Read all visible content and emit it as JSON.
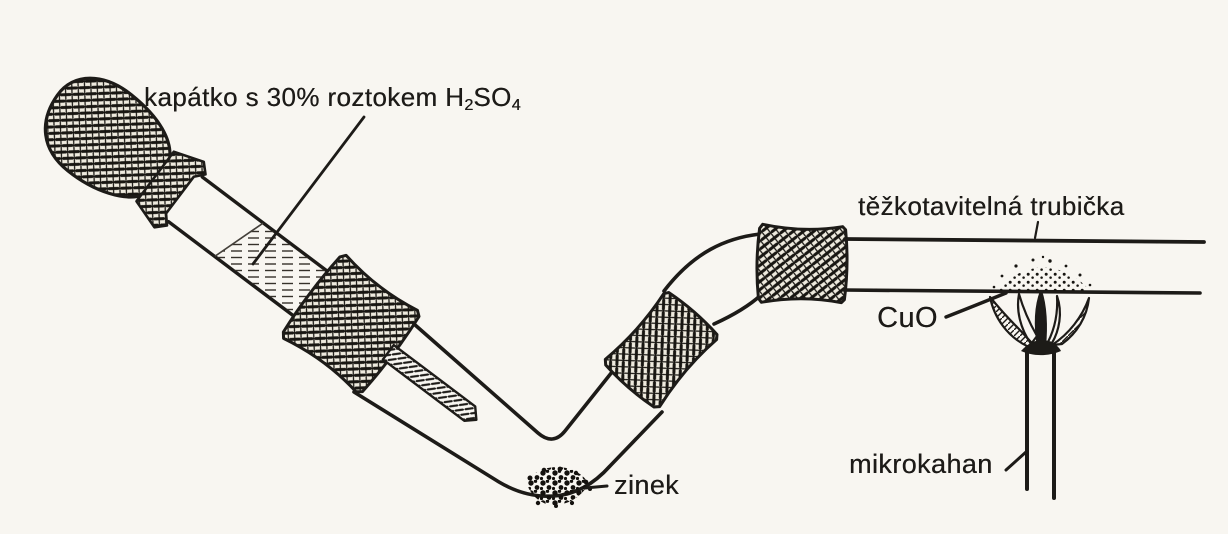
{
  "figure": {
    "paper_color": "#f8f6f1",
    "ink_color": "#1d1b18"
  },
  "labels": {
    "dropper": {
      "a": "kapátko s 30% roztokem H",
      "sub1": "2",
      "b": "SO",
      "sub2": "4"
    },
    "refractory_tube": "těžkotavitelná trubička",
    "copper_oxide": "CuO",
    "zinc": "zinek",
    "micro_burner": "mikrokahan"
  }
}
